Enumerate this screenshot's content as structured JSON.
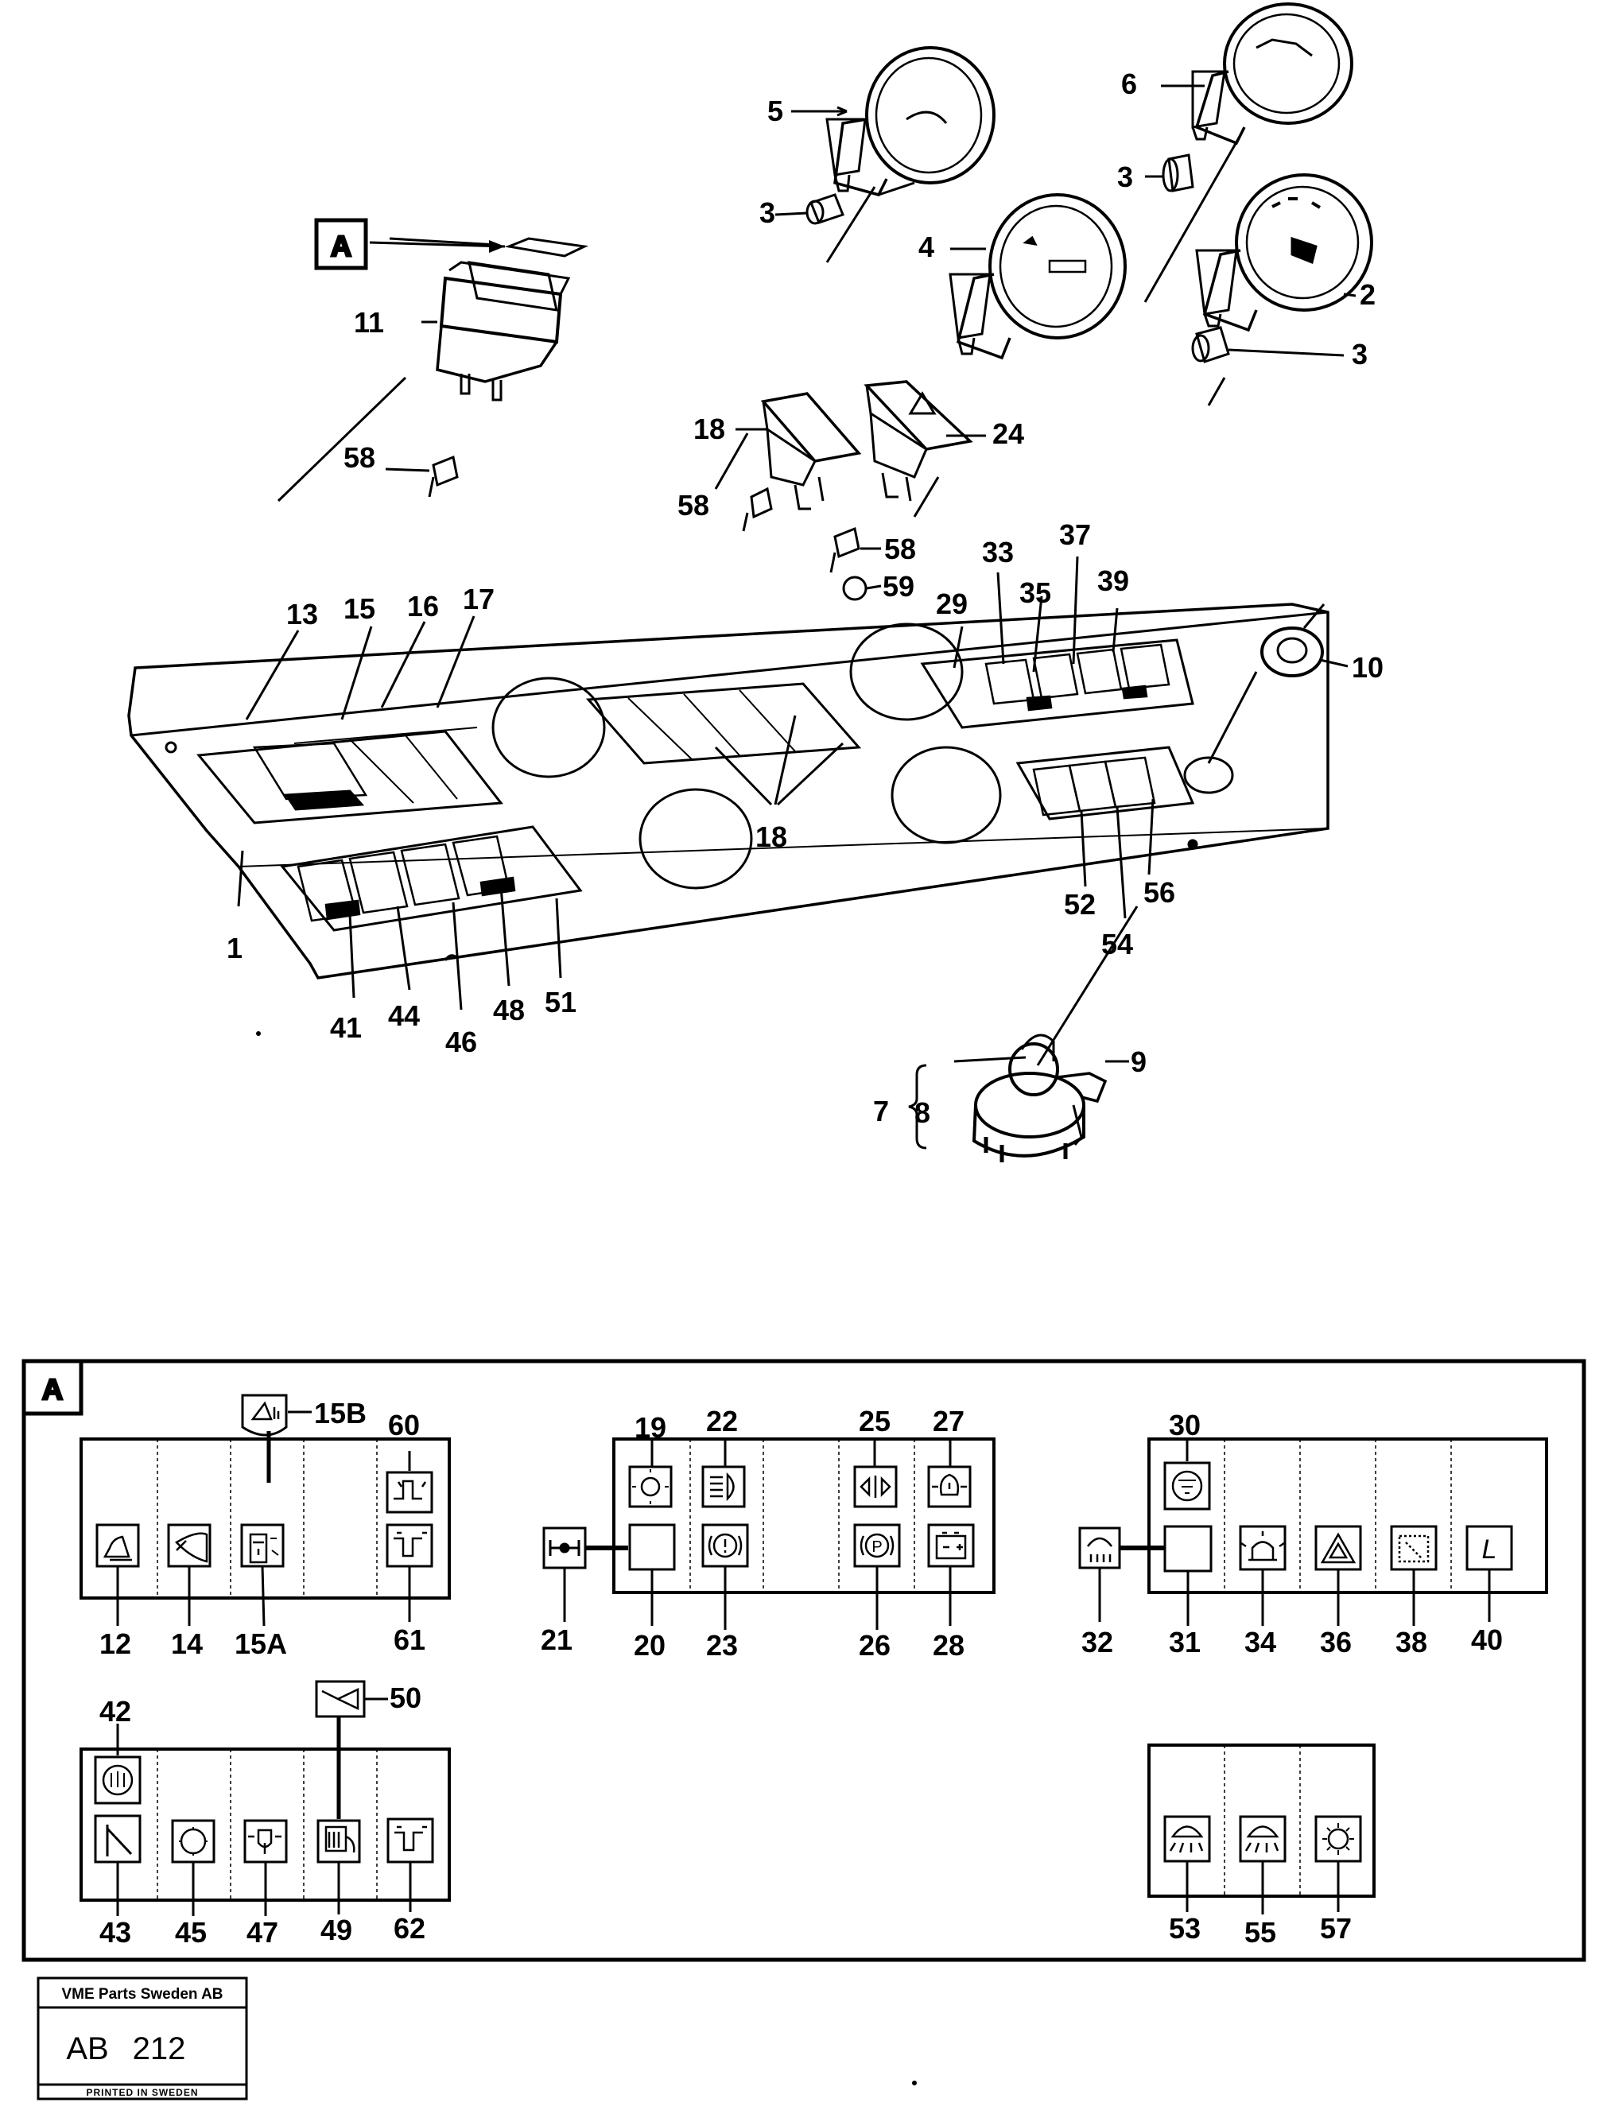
{
  "callouts": {
    "n1": "1",
    "n2": "2",
    "n3a": "3",
    "n3b": "3",
    "n3c": "3",
    "n4": "4",
    "n5": "5",
    "n6": "6",
    "n7": "7",
    "n8": "8",
    "n9": "9",
    "n10": "10",
    "n11": "11",
    "n13": "13",
    "n15": "15",
    "n16": "16",
    "n17": "17",
    "n18a": "18",
    "n18b": "18",
    "n24": "24",
    "n29": "29",
    "n33": "33",
    "n35": "35",
    "n37": "37",
    "n39": "39",
    "n41": "41",
    "n44": "44",
    "n46": "46",
    "n48": "48",
    "n51": "51",
    "n52": "52",
    "n54": "54",
    "n56": "56",
    "n58a": "58",
    "n58b": "58",
    "n58c": "58",
    "n59": "59",
    "a12": "12",
    "a14": "14",
    "a15a": "15A",
    "a15b": "15B",
    "a60": "60",
    "a61": "61",
    "a19": "19",
    "a20": "20",
    "a21": "21",
    "a22": "22",
    "a23": "23",
    "a25": "25",
    "a26": "26",
    "a27": "27",
    "a28": "28",
    "a30": "30",
    "a31": "31",
    "a32": "32",
    "a34": "34",
    "a36": "36",
    "a38": "38",
    "a40": "40",
    "a42": "42",
    "a43": "43",
    "a45": "45",
    "a47": "47",
    "a49": "49",
    "a50": "50",
    "a62": "62",
    "a53": "53",
    "a55": "55",
    "a57": "57"
  },
  "labels": {
    "detail_top": "A",
    "detail_box": "A",
    "symbol_l": "L",
    "symbol_p": "P"
  },
  "stamp": {
    "company": "VME Parts Sweden AB",
    "code_prefix": "AB",
    "code_number": "212",
    "footer": "PRINTED IN SWEDEN"
  }
}
